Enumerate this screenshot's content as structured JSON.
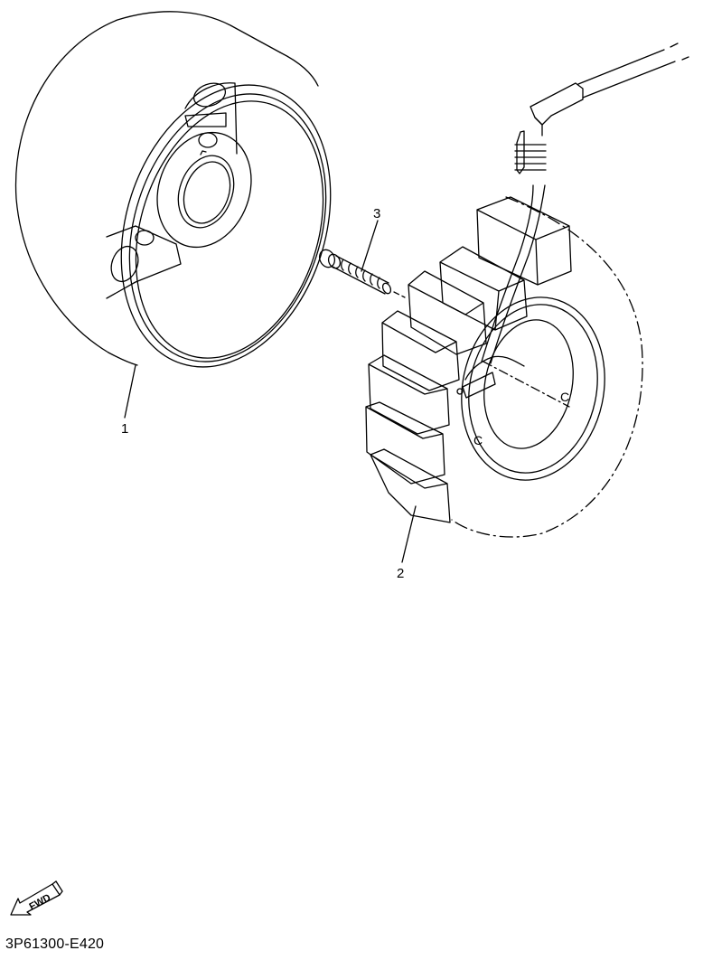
{
  "diagram": {
    "type": "exploded-parts-view",
    "subject": "generator rotor and stator assembly",
    "colors": {
      "line": "#000000",
      "background": "#ffffff"
    },
    "callouts": [
      {
        "number": "1",
        "part": "rotor (flywheel)"
      },
      {
        "number": "2",
        "part": "stator assembly with lead wire"
      },
      {
        "number": "3",
        "part": "screw"
      }
    ],
    "orientation_badge": {
      "label": "FWD",
      "icon": "forward-arrow-icon"
    },
    "drawing_code": "3P61300-E420"
  }
}
